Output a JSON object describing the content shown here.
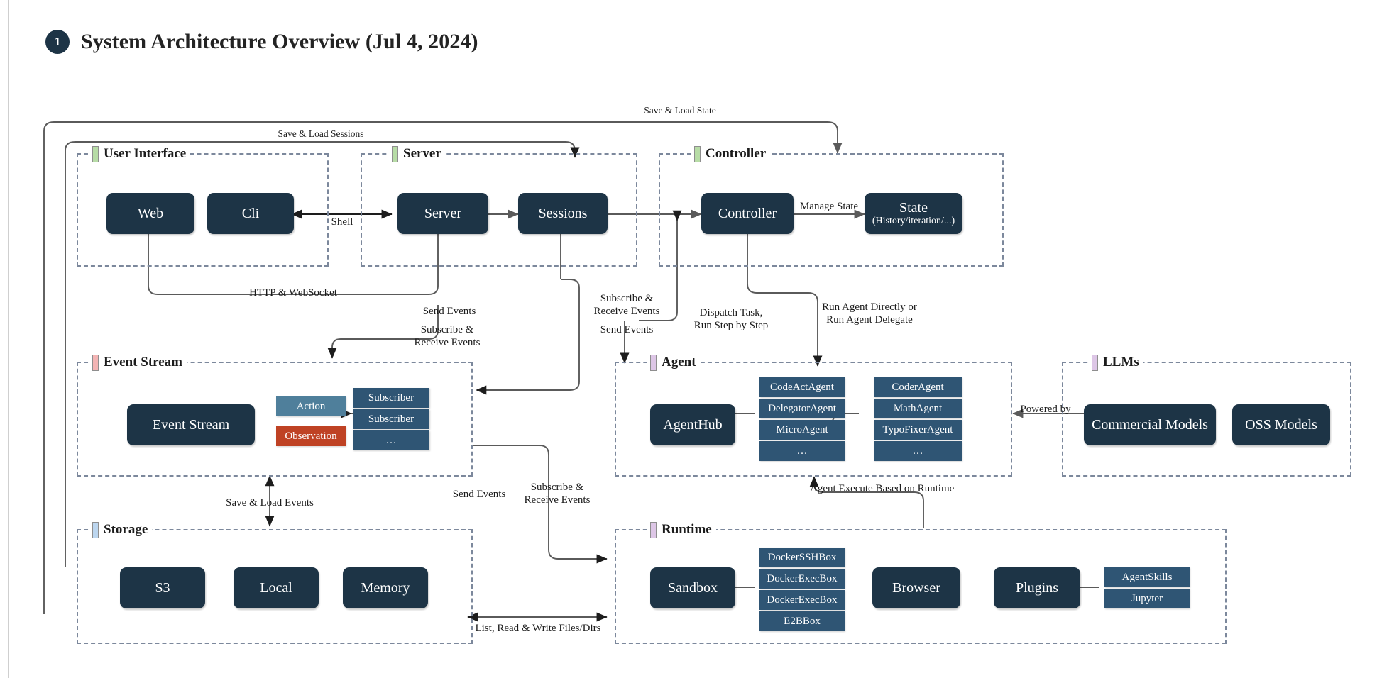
{
  "header": {
    "badge": "1",
    "title": "System Architecture Overview (Jul 4, 2024)"
  },
  "groups": {
    "user_interface": {
      "label": "User Interface",
      "marker_color": "#b7dca6"
    },
    "server": {
      "label": "Server",
      "marker_color": "#b7dca6"
    },
    "controller": {
      "label": "Controller",
      "marker_color": "#b7dca6"
    },
    "event_stream": {
      "label": "Event Stream",
      "marker_color": "#f3b4b4"
    },
    "agent": {
      "label": "Agent",
      "marker_color": "#ddc6e6"
    },
    "llms": {
      "label": "LLMs",
      "marker_color": "#ddc6e6"
    },
    "storage": {
      "label": "Storage",
      "marker_color": "#bcd6ef"
    },
    "runtime": {
      "label": "Runtime",
      "marker_color": "#ddc6e6"
    }
  },
  "nodes": {
    "web": "Web",
    "cli": "Cli",
    "server": "Server",
    "sessions": "Sessions",
    "controller": "Controller",
    "state_title": "State",
    "state_sub": "(History/iteration/...)",
    "event_stream": "Event Stream",
    "agent_hub": "AgentHub",
    "commercial_models": "Commercial Models",
    "oss_models": "OSS Models",
    "s3": "S3",
    "local": "Local",
    "memory": "Memory",
    "sandbox": "Sandbox",
    "browser": "Browser",
    "plugins": "Plugins"
  },
  "chips": {
    "action": {
      "label": "Action",
      "color": "#4f7f9b"
    },
    "observation": {
      "label": "Observation",
      "color": "#bf4224"
    }
  },
  "stacks": {
    "subscribers": [
      "Subscriber",
      "Subscriber",
      "…"
    ],
    "agents_left": [
      "CodeActAgent",
      "DelegatorAgent",
      "MicroAgent",
      "…"
    ],
    "agents_right": [
      "CoderAgent",
      "MathAgent",
      "TypoFixerAgent",
      "…"
    ],
    "sandboxes": [
      "DockerSSHBox",
      "DockerExecBox",
      "DockerExecBox",
      "E2BBox"
    ],
    "plugin_items": [
      "AgentSkills",
      "Jupyter"
    ]
  },
  "edge_labels": {
    "save_load_state": "Save & Load State",
    "save_load_sessions": "Save & Load Sessions",
    "shell": "Shell",
    "manage_state": "Manage State",
    "http_websocket": "HTTP & WebSocket",
    "send_events_1": "Send Events",
    "subscribe_receive_1": "Subscribe &\nReceive Events",
    "subscribe_receive_2": "Subscribe &\nReceive Events",
    "send_events_2": "Send Events",
    "dispatch_task": "Dispatch Task,\nRun Step by Step",
    "run_agent": "Run Agent Directly or\nRun Agent Delegate",
    "powered_by": "Powered by",
    "agent_execute": "Agent Execute Based on Runtime",
    "save_load_events": "Save & Load Events",
    "send_events_3": "Send Events",
    "subscribe_receive_3": "Subscribe &\nReceive Events",
    "list_read_write": "List, Read & Write Files/Dirs"
  },
  "colors": {
    "node_fill": "#1d3446",
    "stack_fill": "#2f5574",
    "group_border": "#7c889c",
    "wire": "#5a5a5a",
    "wire_dark": "#2a2a2a"
  }
}
